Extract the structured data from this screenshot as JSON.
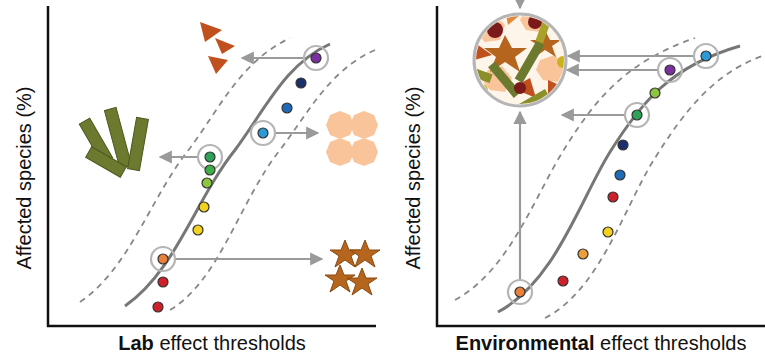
{
  "diagram": {
    "labels": [
      "Affected species (%)",
      "Lab",
      "effect thresholds",
      "Affected species (%)",
      "Environmental",
      "effect thresholds"
    ]
  }
}
